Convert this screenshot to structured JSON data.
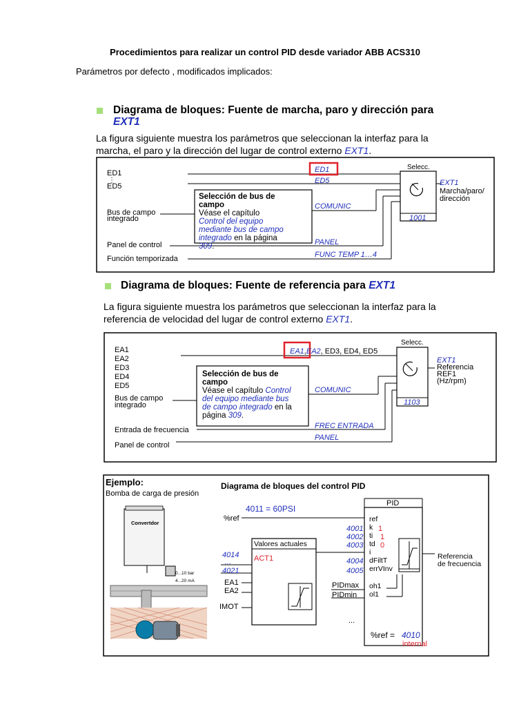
{
  "doc": {
    "title": "Procedimientos para realizar un control PID desde variador ABB ACS310",
    "subtitle": "Parámetros por defecto , modificados implicados:"
  },
  "section1": {
    "heading": "Diagrama de bloques: Fuente de marcha, paro y dirección para",
    "heading_ref": "EXT1",
    "para_line1": "La figura siguiente muestra los parámetros que seleccionan la interfaz para la",
    "para_line2": "marcha, el paro y la dirección del lugar de control externo",
    "para_ref": "EXT1",
    "para_end": ".",
    "diagram": {
      "ed1": "ED1",
      "dots": "⋮",
      "ed5": "ED5",
      "bus_l1": "Bus de campo",
      "bus_l2": "integrado",
      "panel": "Panel de control",
      "timed": "Función temporizada",
      "box_title_l1": "Selección de bus de",
      "box_title_l2": "campo",
      "box_l1": "Véase el capítulo",
      "box_l2": "Control del equipo",
      "box_l3": "mediante bus de campo",
      "box_l4_a": "integrado",
      "box_l4_b": " en la página",
      "box_l5_a": "309",
      "box_l5_b": ".",
      "opt_ed1": "ED1",
      "opt_ed5": "ED5",
      "opt_comunic": "COMUNIC",
      "opt_panel": "PANEL",
      "opt_func": "FUNC TEMP 1…4",
      "sel": "Selecc.",
      "param": "1001",
      "out_ref": "EXT1",
      "out_l1": "Marcha/paro/",
      "out_l2": "dirección"
    }
  },
  "section2": {
    "heading": "Diagrama de bloques: Fuente de referencia para",
    "heading_ref": "EXT1",
    "para_line1": "La figura siguiente muestra los parámetros que seleccionan la interfaz para la",
    "para_line2": "referencia de velocidad del lugar de control externo",
    "para_ref": "EXT1",
    "para_end": ".",
    "diagram": {
      "inputs": [
        "EA1",
        "EA2",
        "ED3",
        "ED4",
        "ED5"
      ],
      "bus_l1": "Bus de campo",
      "bus_l2": "integrado",
      "freq": "Entrada de frecuencia",
      "panel": "Panel de control",
      "box_title_l1": "Selección de bus de",
      "box_title_l2": "campo",
      "box_l1_a": "Véase el capítulo ",
      "box_l1_b": "Control",
      "box_l2": "del equipo mediante bus",
      "box_l3_a": "de campo integrado",
      "box_l3_b": " en la",
      "box_l4_a": "página ",
      "box_l4_b": "309",
      "box_l4_c": ".",
      "opt_ea1": "EA1",
      "opt_comma": ",",
      "opt_ea2": "EA2",
      "opt_rest": ", ED3, ED4, ED5",
      "opt_comunic": "COMUNIC",
      "opt_freq": "FREC ENTRADA",
      "opt_panel": "PANEL",
      "sel": "Selecc.",
      "param": "1103",
      "out_ref": "EXT1",
      "out_l1": "Referencia",
      "out_l2": "REF1",
      "out_l3": "(Hz/rpm)"
    }
  },
  "section3": {
    "ejemplo": "Ejemplo:",
    "ejemplo_sub": "Bomba de carga de presión",
    "diag_title": "Diagrama de bloques del control PID",
    "convertidor": "Convertdor",
    "sensor_l1": "0...10 bar",
    "sensor_l2": "4...20 mA",
    "ref_param": "4011 = 60PSI",
    "pref": "%ref",
    "pid_title": "PID",
    "pid_inputs": [
      "ref",
      "k",
      "ti",
      "td",
      "i",
      "dFiltT",
      "errVInv",
      "oh1",
      "ol1"
    ],
    "k_val": "1",
    "ti_val": "1",
    "td_val": "0",
    "p4001": "4001",
    "p4002": "4002",
    "p4003": "4003",
    "p4004": "4004",
    "p4005": "4005",
    "valores": "Valores actuales",
    "p4014": "4014",
    "p4021": "4021",
    "dots_v": "…",
    "act1": "ACT1",
    "ea1": "EA1",
    "ea2": "EA2",
    "imot": "IMOT",
    "pidmax": "PIDmax",
    "pidmin": "PIDmin",
    "ellipsis": "...",
    "out_l1": "Referencia",
    "out_l2": "de frecuencia",
    "bottom_pref": "%ref =",
    "bottom_param": "4010",
    "bottom_internal": "internal"
  },
  "colors": {
    "param_blue": "#1f2fb8",
    "highlight_red": "#e0222a",
    "bullet_green": "#a6e07a"
  }
}
